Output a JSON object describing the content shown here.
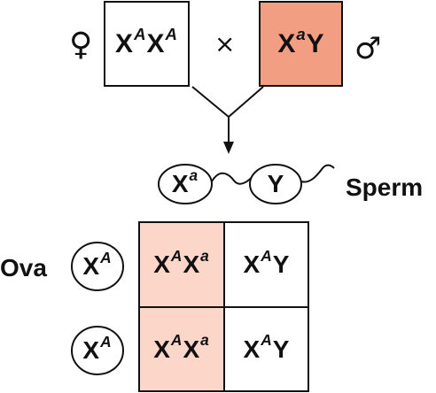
{
  "colors": {
    "highlight_strong": "#f19e82",
    "highlight_light": "#fbd6c9",
    "line": "#111111"
  },
  "parents": {
    "female_symbol": "♀",
    "male_symbol": "♂",
    "cross_symbol": "×",
    "female": {
      "base1": "X",
      "sup1": "A",
      "base2": "X",
      "sup2": "A"
    },
    "male": {
      "base1": "X",
      "sup1": "a",
      "base2": "Y",
      "sup2": ""
    }
  },
  "sperm": {
    "label": "Sperm",
    "cells": [
      {
        "base": "X",
        "sup": "a"
      },
      {
        "base": "Y",
        "sup": ""
      }
    ]
  },
  "ova": {
    "label": "Ova",
    "cells": [
      {
        "base": "X",
        "sup": "A"
      },
      {
        "base": "X",
        "sup": "A"
      }
    ]
  },
  "punnett": [
    [
      {
        "base1": "X",
        "sup1": "A",
        "base2": "X",
        "sup2": "a",
        "highlight": true
      },
      {
        "base1": "X",
        "sup1": "A",
        "base2": "Y",
        "sup2": "",
        "highlight": false
      }
    ],
    [
      {
        "base1": "X",
        "sup1": "A",
        "base2": "X",
        "sup2": "a",
        "highlight": true
      },
      {
        "base1": "X",
        "sup1": "A",
        "base2": "Y",
        "sup2": "",
        "highlight": false
      }
    ]
  ]
}
